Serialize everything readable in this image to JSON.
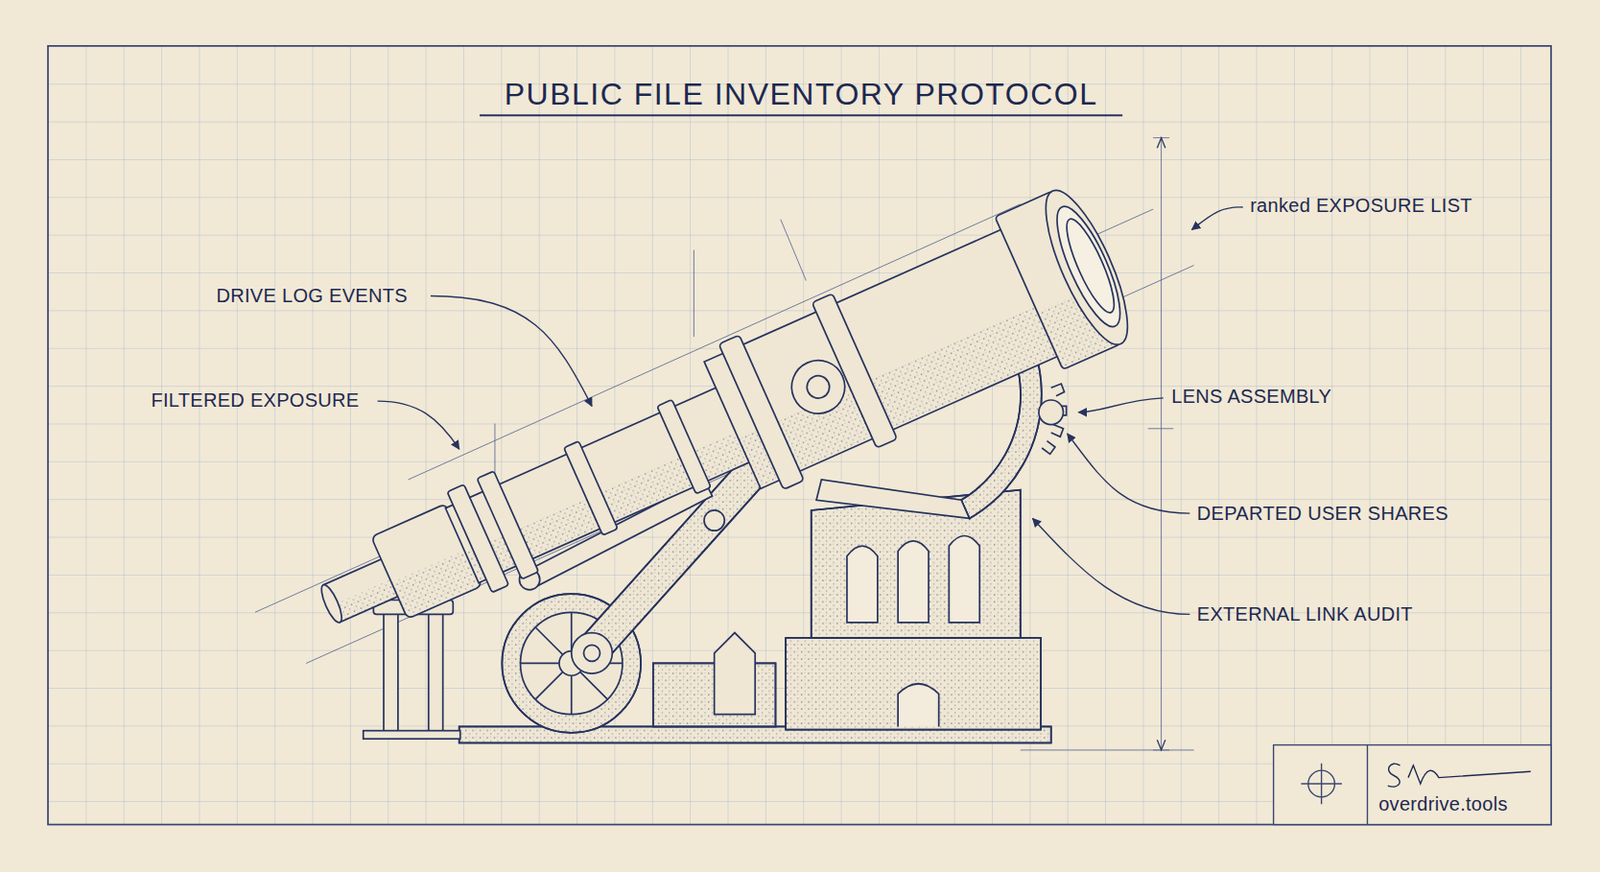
{
  "diagram": {
    "title": "PUBLIC FILE INVENTORY PROTOCOL",
    "labels": [
      "ranked EXPOSURE LIST",
      "DRIVE LOG EVENTS",
      "FILTERED EXPOSURE",
      "LENS ASSEMBLY",
      "DEPARTED USER SHARES",
      "EXTERNAL LINK AUDIT",
      "overdrive.tools"
    ]
  }
}
